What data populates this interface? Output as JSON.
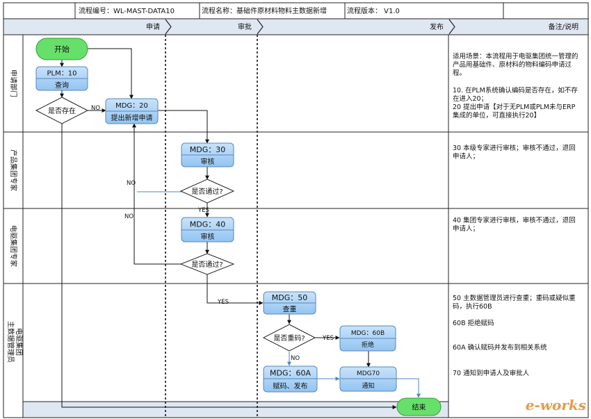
{
  "header": {
    "process_no": "流程编号：WL-MAST-DATA10",
    "process_name": "流程名称：基础件原材料物料主数据新增",
    "process_version": "流程版本：  V1.0"
  },
  "phases": {
    "apply": "申请",
    "approve": "审批",
    "publish": "发布",
    "notes": "备注/说明"
  },
  "lanes": {
    "lane1": [
      "申请部门"
    ],
    "lane2": [
      "产品集团专家"
    ],
    "lane3": [
      "电驱集团专家"
    ],
    "lane4": [
      "电驱集团",
      "主数据管理员"
    ]
  },
  "nodes": {
    "start": "开始",
    "plm10_id": "PLM：10",
    "plm10_label": "查询",
    "mdg20_id": "MDG：20",
    "mdg20_label": "提出新增申请",
    "mdg30_id": "MDG：30",
    "mdg30_label": "审核",
    "mdg40_id": "MDG：40",
    "mdg40_label": "审核",
    "mdg50_id": "MDG：50",
    "mdg50_label": "查重",
    "mdg60b_id": "MDG：60B",
    "mdg60b_label": "拒绝",
    "mdg60a_id": "MDG：60A",
    "mdg60a_label": "赋码、发布",
    "mdg70_id": "MDG70",
    "mdg70_label": "通知",
    "end": "结束"
  },
  "decisions": {
    "exists": "是否存在",
    "pass1": "是否通过?",
    "pass2": "是否通过?",
    "dup": "是否重码?"
  },
  "edge_labels": {
    "no1": "NO",
    "no2": "NO",
    "no3": "NO",
    "yes1": "YES",
    "yes2": "YES",
    "yes3": "YES",
    "no4": "NO"
  },
  "notes": {
    "lane1": [
      "适用场景：本流程用于电驱集团统一管理的",
      "产品用基础件、原材料的物料编码申请过",
      "程。",
      "",
      "10. 在PLM系统确认编码是否存在，如不存",
      "在进入20；",
      "20 提出申请【对于无PLM或PLM未与ERP",
      "集成的单位，可直接执行20】"
    ],
    "lane2": [
      "30 本级专家进行审核；审核不通过，退回",
      "申请人；"
    ],
    "lane3": [
      "40 集团专家进行审核，审核不通过，退回",
      "申请人；"
    ],
    "lane4": [
      "50 主数据管理员进行查重；重码或疑似重",
      "码，执行60B",
      "",
      "60B 拒绝赋码",
      "",
      "",
      "60A 确认赋码并发布到相关系统",
      "",
      "",
      "70 通知到申请人及审批人"
    ]
  },
  "watermark": "e-works",
  "colors": {
    "start_fill": "#66e06a",
    "start_stroke": "#3a9a3c",
    "node_fill_top": "#bcdcfa",
    "node_fill_bottom": "#8fc3f2",
    "node_stroke": "#5a86b8",
    "phase_fill": "#dfe7f2",
    "line": "#111111",
    "return_line": "#6a9ccc"
  }
}
